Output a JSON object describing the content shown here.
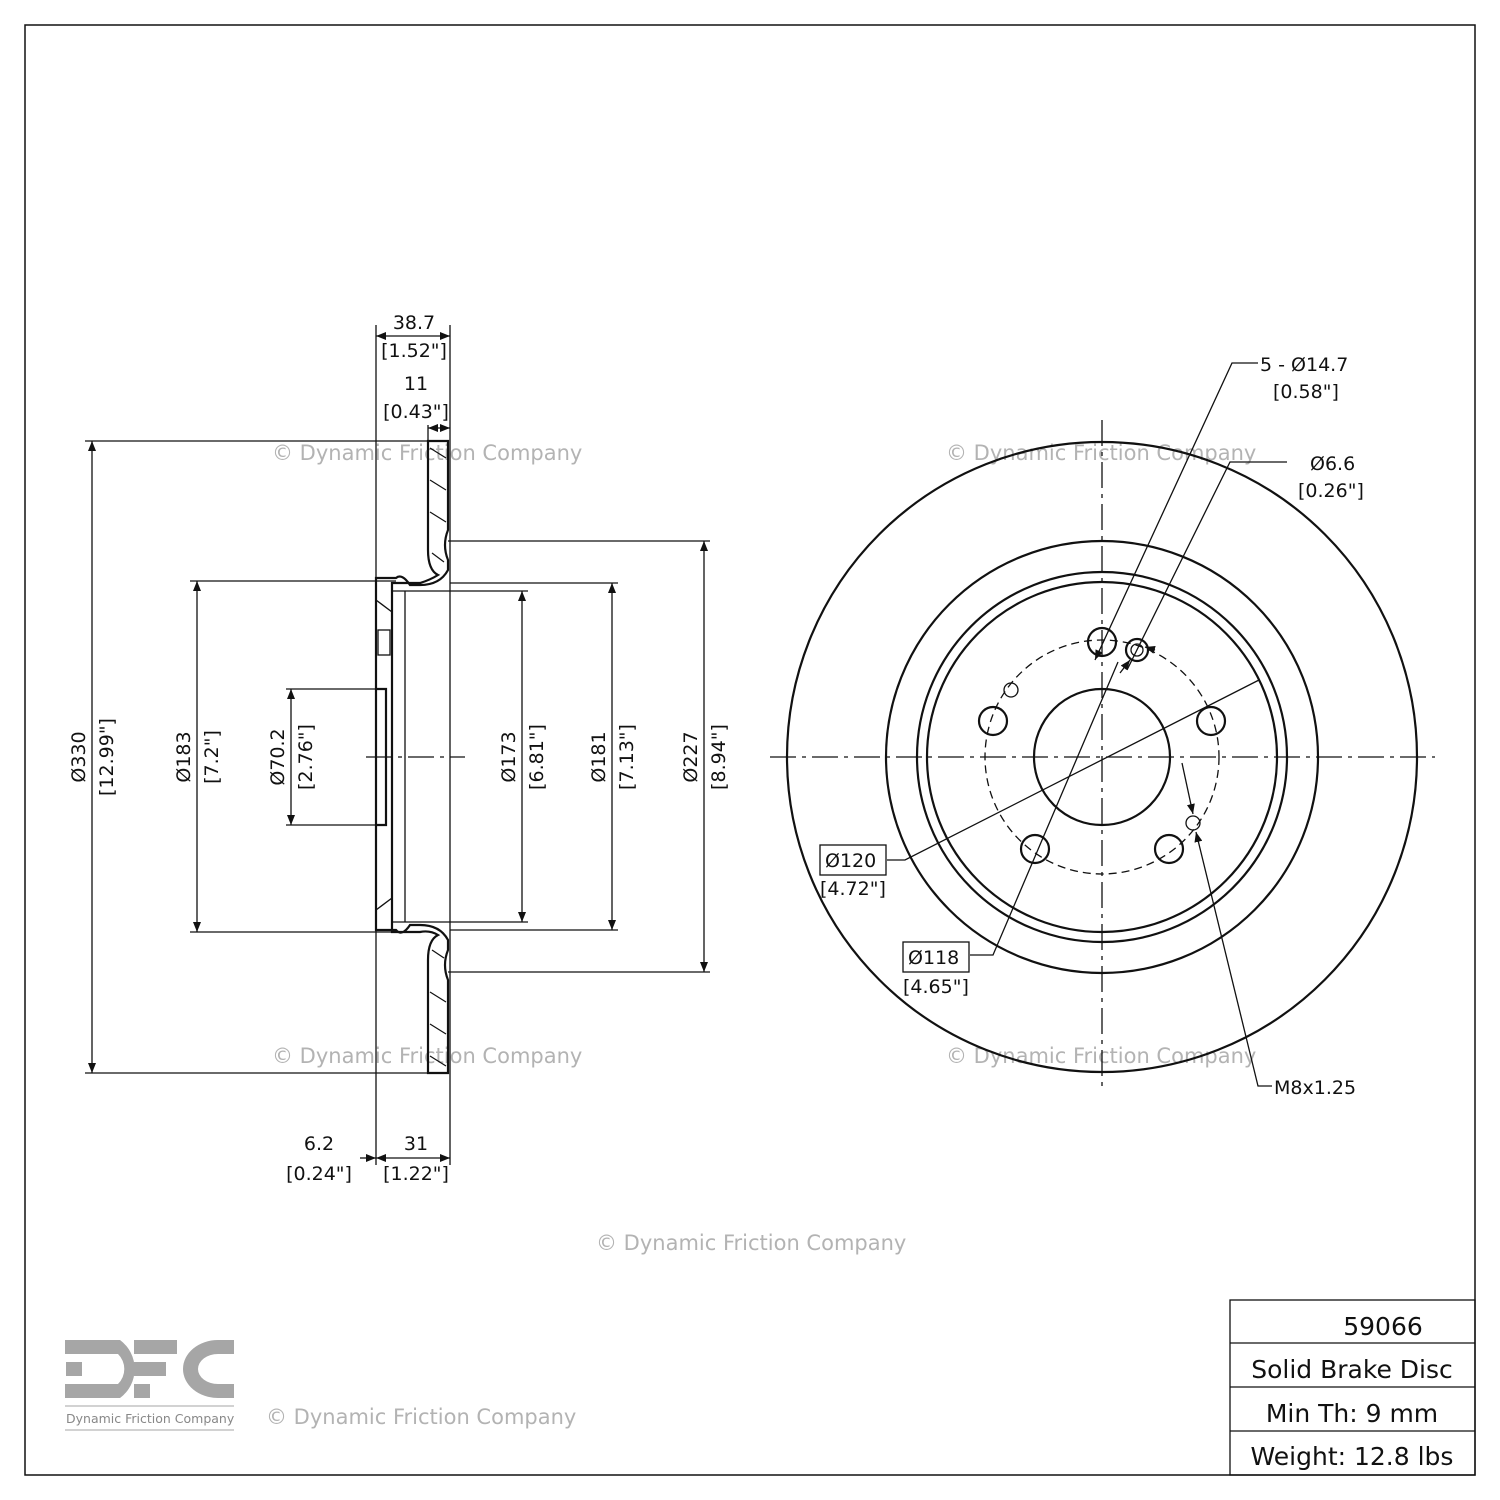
{
  "watermark": "© Dynamic Friction Company",
  "logo": {
    "letters": "DFC",
    "caption": "Dynamic Friction Company",
    "color": "#a6a6a6"
  },
  "title_block": {
    "part_number": "59066",
    "description": "Solid Brake Disc",
    "min_thickness": "Min Th: 9 mm",
    "weight": "Weight: 12.8 lbs"
  },
  "side_view": {
    "overall_height": {
      "mm": "38.7",
      "in": "[1.52\"]"
    },
    "disc_thickness": {
      "mm": "11",
      "in": "[0.43\"]"
    },
    "outer_diameter": {
      "mm": "Ø330",
      "in": "[12.99\"]"
    },
    "hat_diameter": {
      "mm": "Ø183",
      "in": "[7.2\"]"
    },
    "center_bore": {
      "mm": "Ø70.2",
      "in": "[2.76\"]"
    },
    "inner_hat": {
      "mm": "Ø173",
      "in": "[6.81\"]"
    },
    "hat_outer": {
      "mm": "Ø181",
      "in": "[7.13\"]"
    },
    "friction_inner": {
      "mm": "Ø227",
      "in": "[8.94\"]"
    },
    "hat_thickness": {
      "mm": "6.2",
      "in": "[0.24\"]"
    },
    "hat_depth": {
      "mm": "31",
      "in": "[1.22\"]"
    }
  },
  "front_view": {
    "bolt_holes": {
      "mm": "5 - Ø14.7",
      "in": "[0.58\"]"
    },
    "small_hole": {
      "mm": "Ø6.6",
      "in": "[0.26\"]"
    },
    "bolt_circle": {
      "mm": "Ø120",
      "in": "[4.72\"]"
    },
    "pilot": {
      "mm": "Ø118",
      "in": "[4.65\"]"
    },
    "thread": "M8x1.25"
  }
}
